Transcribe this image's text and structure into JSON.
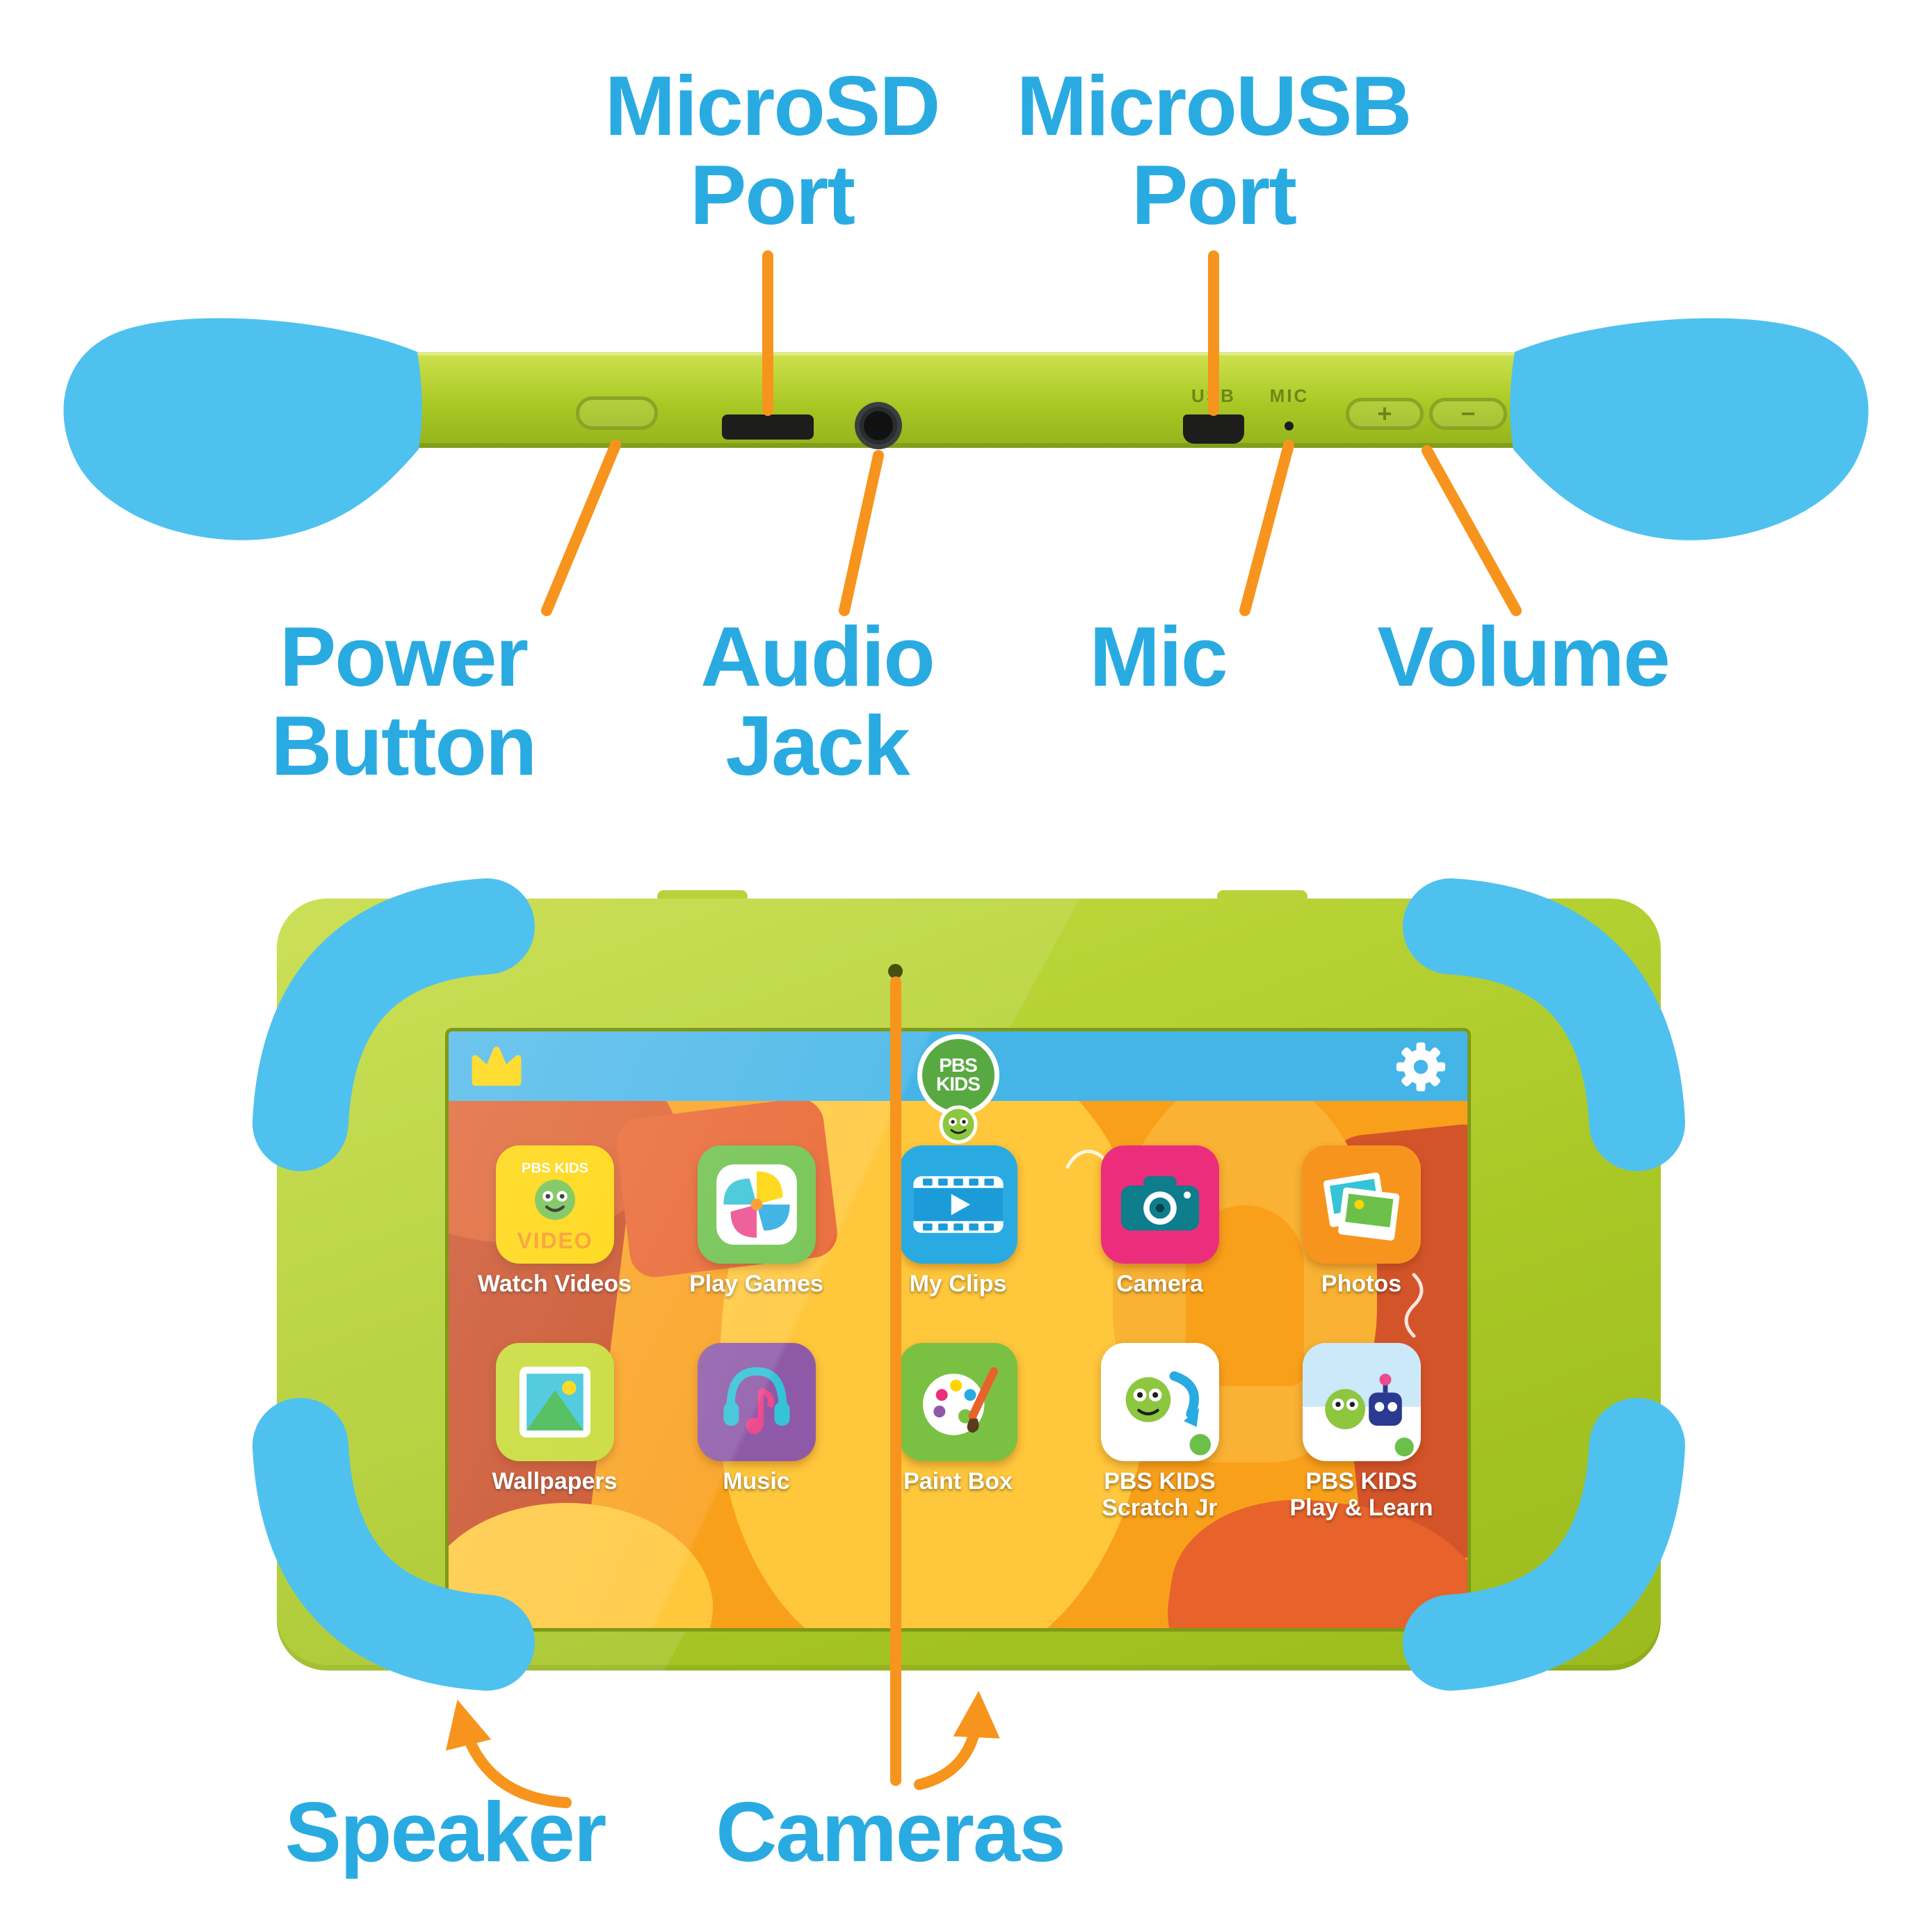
{
  "colors": {
    "label_blue": "#29ABE2",
    "connector_orange": "#F7941D",
    "body_green": "#AFCB28",
    "grip_blue": "#4FC1EF",
    "screen_header_blue": "#45B5E8"
  },
  "callouts": {
    "microsd": "MicroSD\nPort",
    "microusb": "MicroUSB\nPort",
    "power": "Power\nButton",
    "audio": "Audio\nJack",
    "mic": "Mic",
    "volume": "Volume",
    "speaker": "Speaker",
    "cameras": "Cameras"
  },
  "side_view": {
    "usb": "USB",
    "mic": "MIC",
    "volume_plus": "+",
    "volume_minus": "−"
  },
  "screen": {
    "logo": {
      "line1": "PBS",
      "line2": "KIDS"
    },
    "apps": [
      {
        "label": "Watch Videos",
        "color": "#FFD400",
        "icon_top": "PBS KIDS",
        "icon_bottom": "VIDEO"
      },
      {
        "label": "Play Games",
        "color": "#6CC04A"
      },
      {
        "label": "My Clips",
        "color": "#29ABE2"
      },
      {
        "label": "Camera",
        "color": "#EC2D7C"
      },
      {
        "label": "Photos",
        "color": "#F7941D"
      },
      {
        "label": "Wallpapers",
        "color": "#C5D92D"
      },
      {
        "label": "Music",
        "color": "#8E5AA8"
      },
      {
        "label": "Paint Box",
        "color": "#7AC143"
      },
      {
        "label": "PBS KIDS\nScratch Jr",
        "color": "#FFFFFF"
      },
      {
        "label": "PBS KIDS\nPlay & Learn",
        "color": "#FFFFFF"
      }
    ]
  }
}
